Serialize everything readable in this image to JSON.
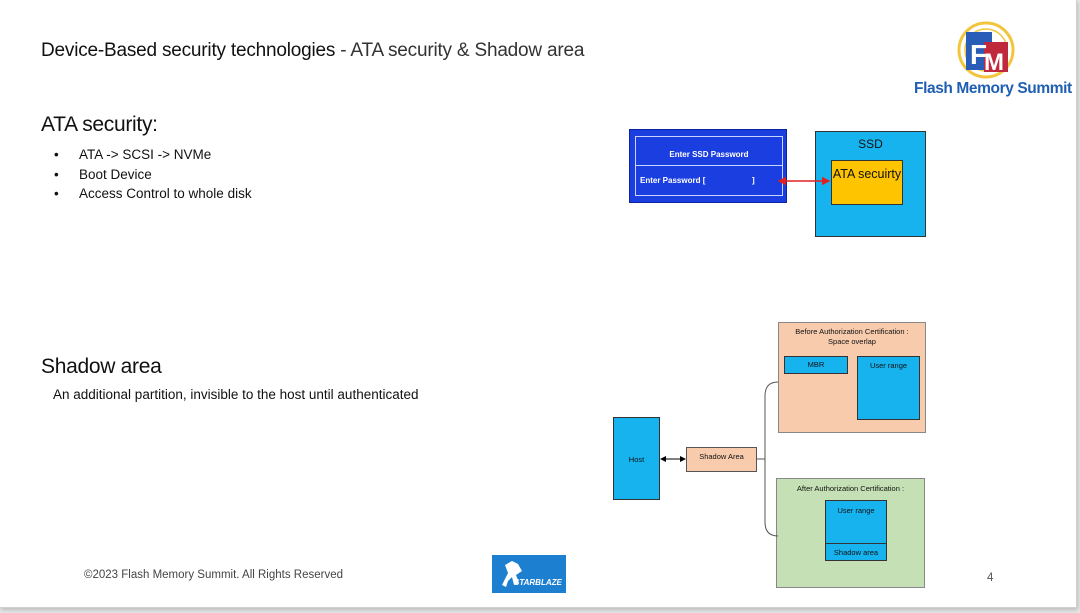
{
  "slide": {
    "title_main": "Device-Based security  technologies",
    "title_sub": " - ATA security & Shadow area",
    "logo_text": "Flash Memory Summit",
    "ata_heading": "ATA security:",
    "bullets": [
      "ATA -> SCSI -> NVMe",
      "Boot Device",
      "Access Control to whole disk"
    ],
    "shadow_heading": "Shadow area",
    "shadow_description": "An additional partition,  invisible to the host until  authenticated",
    "footer": "©2023 Flash Memory Summit. All Rights Reserved",
    "page_number": "4",
    "starblaze_text": "STARBLAZE"
  },
  "ata_diagram": {
    "password_title": "Enter SSD Password",
    "password_prompt": "Enter  Password [",
    "password_close": "]",
    "ssd_label": "SSD",
    "ata_label": "ATA secuirty"
  },
  "shadow_diagram": {
    "host_label": "Host",
    "shadow_area_label": "Shadow Area",
    "before_title": "Before Authorization Certification :",
    "before_subtitle": "Space overlap",
    "mbr_label": "MBR",
    "user_range_label": "User range",
    "after_title": "After Authorization Certification :",
    "after_user_range_label": "User range",
    "after_shadow_label": "Shadow area"
  },
  "colors": {
    "password_screen": "#1b3ee0",
    "ssd": "#17b3ef",
    "ata": "#ffc400",
    "before_region": "#f8cbad",
    "after_region": "#c5e0b4",
    "arrow": "#e02020",
    "logo": "#1f5fb3"
  }
}
